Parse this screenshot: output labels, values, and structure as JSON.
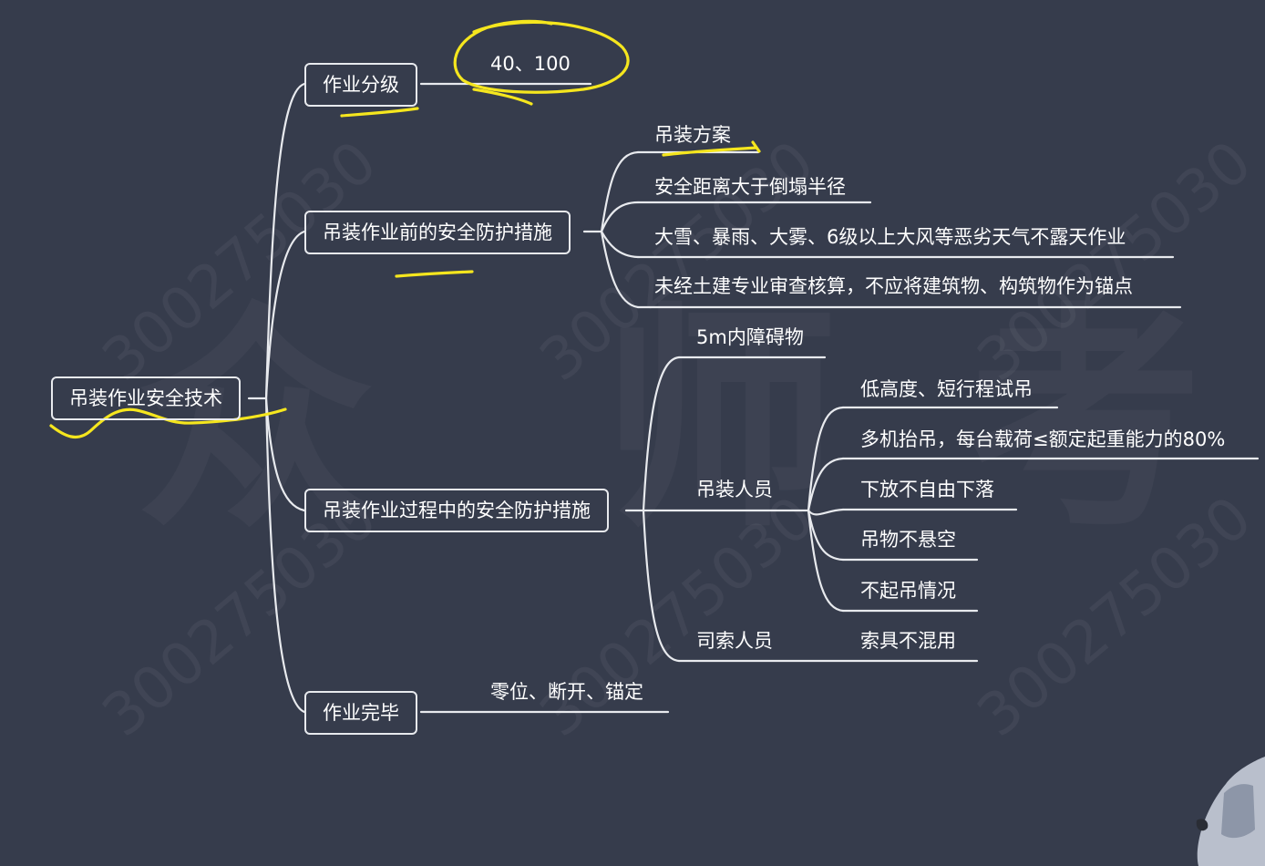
{
  "mindmap": {
    "root": {
      "label": "吊装作业安全技术"
    },
    "grading": {
      "label": "作业分级",
      "leaf": "40、100"
    },
    "before": {
      "label": "吊装作业前的安全防护措施",
      "items": [
        "吊装方案",
        "安全距离大于倒塌半径",
        "大雪、暴雨、大雾、6级以上大风等恶劣天气不露天作业",
        "未经土建专业审查核算，不应将建筑物、构筑物作为锚点"
      ]
    },
    "during": {
      "label": "吊装作业过程中的安全防护措施",
      "obstacle": "5m内障碍物",
      "crew": {
        "label": "吊装人员",
        "items": [
          "低高度、短行程试吊",
          "多机抬吊，每台载荷≤额定起重能力的80%",
          "下放不自由下落",
          "吊物不悬空",
          "不起吊情况"
        ]
      },
      "rigger": {
        "label": "司索人员",
        "item": "索具不混用"
      }
    },
    "finish": {
      "label": "作业完毕",
      "leaf": "零位、断开、锚定"
    }
  },
  "watermark": "300275030",
  "colors": {
    "background": "#363c4c",
    "line": "#e8eaee",
    "highlight": "#f5e61e"
  }
}
